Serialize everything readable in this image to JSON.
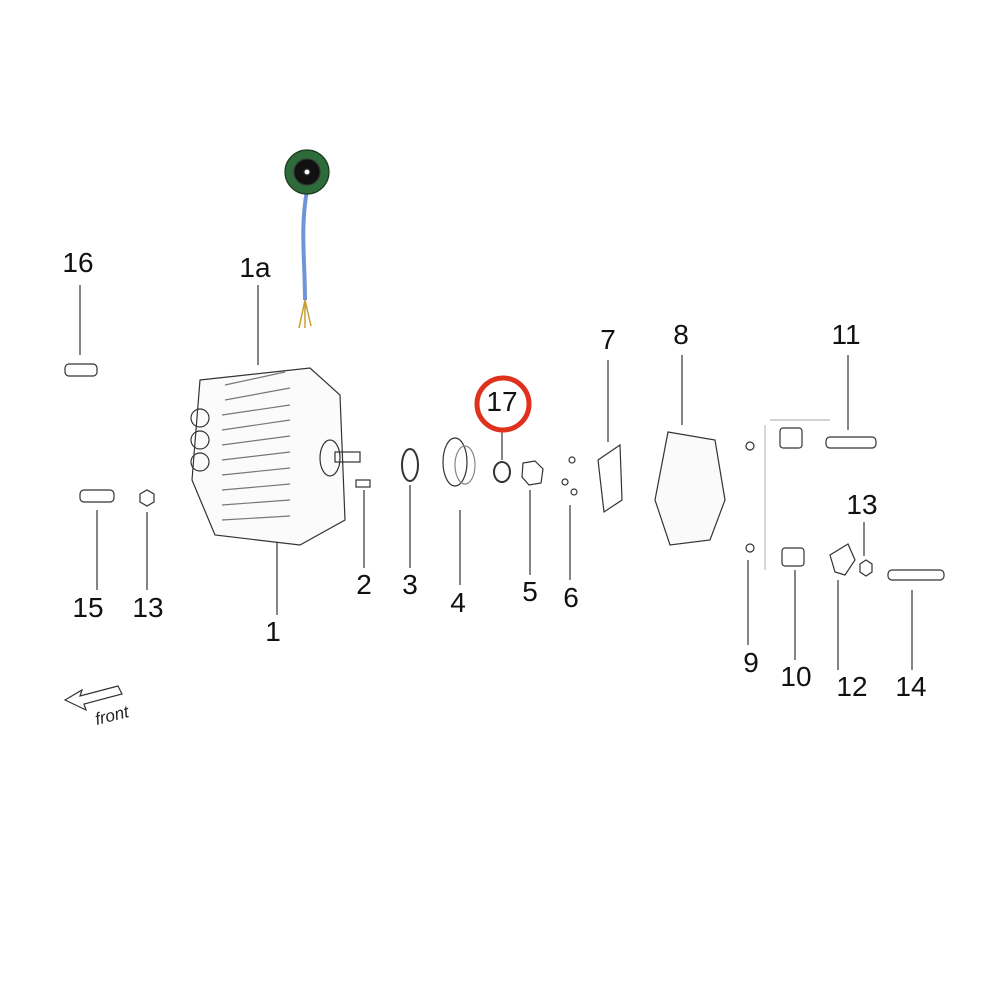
{
  "title": "Exploded parts diagram - motor assembly",
  "highlight_color": "#e0301e",
  "callouts": [
    {
      "id": "16",
      "label": "16"
    },
    {
      "id": "1a",
      "label": "1a"
    },
    {
      "id": "17",
      "label": "17",
      "highlighted": true
    },
    {
      "id": "7",
      "label": "7"
    },
    {
      "id": "8",
      "label": "8"
    },
    {
      "id": "11",
      "label": "11"
    },
    {
      "id": "13b",
      "label": "13"
    },
    {
      "id": "2",
      "label": "2"
    },
    {
      "id": "3",
      "label": "3"
    },
    {
      "id": "4",
      "label": "4"
    },
    {
      "id": "5",
      "label": "5"
    },
    {
      "id": "6",
      "label": "6"
    },
    {
      "id": "15",
      "label": "15"
    },
    {
      "id": "13a",
      "label": "13"
    },
    {
      "id": "1",
      "label": "1"
    },
    {
      "id": "9",
      "label": "9"
    },
    {
      "id": "10",
      "label": "10"
    },
    {
      "id": "12",
      "label": "12"
    },
    {
      "id": "14",
      "label": "14"
    }
  ],
  "orientation": {
    "label": "front",
    "icon": "arrow-left-icon"
  }
}
